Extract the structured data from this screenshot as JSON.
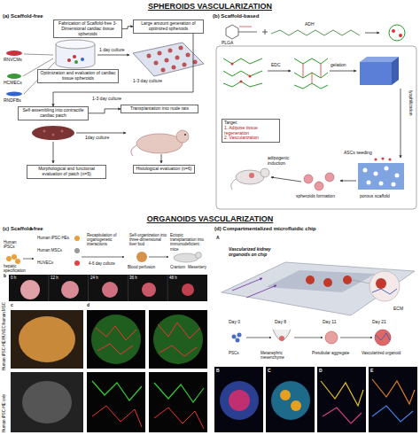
{
  "diagram": {
    "title": "SPHEROIDS VASCULARIZATION",
    "nodes": [
      {
        "text": [
          "Fabrication of Scaffold-free 3-Dimensional cardiac tissue spheroids"
        ]
      },
      {
        "text": [
          "Large amount generation of optimized spheroids"
        ]
      },
      {
        "text": [
          "Optimization and evaluation of cardiac tissue spheroids"
        ]
      },
      {
        "text": [
          "Self-assembling into contractile cardiac patch"
        ]
      },
      {
        "text": [
          "Transplantation into nude rats"
        ]
      },
      {
        "text": [
          "Morphological and functional evaluation of patch (n=5)"
        ]
      },
      {
        "text": [
          "Histological evaluation (n=6)"
        ]
      },
      {
        "text": [
          "Target:",
          "1. Adipose tissue regeneration",
          "2. Vascularization"
        ]
      }
    ],
    "edges": [
      {
        "from": 0,
        "to": 1,
        "arrow": "to"
      },
      {
        "from": 1,
        "to": 3,
        "arrow": "to"
      },
      {
        "from": 3,
        "to": 4,
        "arrow": "to"
      }
    ],
    "labels": [
      "ORGANOIDS VASCULARIZATION",
      "(a) Scaffold-free",
      "RNVCMs",
      "HCMECs",
      "RNDFBs",
      "1 day culture",
      "1-3 day culture",
      "1-3 day culture",
      "1day culture",
      "(b) Scaffold-based",
      "PLGA",
      "ADH",
      "EDC",
      "gelation",
      "lyophilization",
      "adipogenic induction",
      "ASCs seeding",
      "spheroids formation",
      "porous scaffold",
      "(c) Scaffold-free",
      "Human iPSCs",
      "hepatic specification",
      "Human iPSC-HEs",
      "Human MSCs",
      "HUVECs",
      "Recapitulation of organogenetic interactions",
      "4-6 day culture",
      "Self-organization into three-dimensional liver bud",
      "Ectopic transplantation into immunodeficient mice",
      "Blood perfusion",
      "Cranium",
      "Mesentery",
      "a",
      "b",
      "c",
      "d",
      "0 h",
      "12 h",
      "24 h",
      "36 h",
      "48 h",
      "Human iPSC-HE/HUVEC/human MSC",
      "Human iPSC-HE only",
      "(d) Compartmentalized microfluidic chip",
      "A",
      "Vascularized kidney organoids on chip",
      "ECM",
      "Day 0",
      "Day 8",
      "Day 11",
      "Day 21",
      "PSCs",
      "Metanephric mesenchyme",
      "Pretubular aggregate",
      "Vascularized organoid",
      "B",
      "C",
      "D",
      "E"
    ]
  }
}
